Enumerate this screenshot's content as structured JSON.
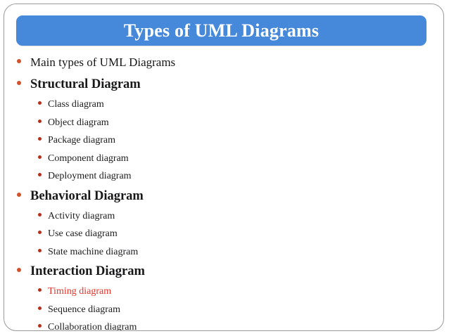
{
  "slide": {
    "title": "Types of UML Diagrams",
    "title_bar_color": "#4689DA",
    "title_text_color": "#ffffff",
    "border_color": "#9a9a9a",
    "background_color": "#ffffff",
    "bullet_level1_color": "#D2502A",
    "bullet_level2_color": "#B5301C",
    "accent_text_color": "#E53228",
    "body_text_color": "#17181A"
  },
  "outline": [
    {
      "level": 1,
      "bold": false,
      "accent": false,
      "text": "Main types of UML Diagrams"
    },
    {
      "level": 1,
      "bold": true,
      "accent": false,
      "text": "Structural Diagram"
    },
    {
      "level": 2,
      "bold": false,
      "accent": false,
      "text": "Class diagram"
    },
    {
      "level": 2,
      "bold": false,
      "accent": false,
      "text": "Object diagram"
    },
    {
      "level": 2,
      "bold": false,
      "accent": false,
      "text": "Package diagram"
    },
    {
      "level": 2,
      "bold": false,
      "accent": false,
      "text": "Component diagram"
    },
    {
      "level": 2,
      "bold": false,
      "accent": false,
      "text": "Deployment diagram"
    },
    {
      "level": 1,
      "bold": true,
      "accent": false,
      "text": "Behavioral Diagram"
    },
    {
      "level": 2,
      "bold": false,
      "accent": false,
      "text": "Activity diagram"
    },
    {
      "level": 2,
      "bold": false,
      "accent": false,
      "text": "Use case diagram"
    },
    {
      "level": 2,
      "bold": false,
      "accent": false,
      "text": "State machine diagram"
    },
    {
      "level": 1,
      "bold": true,
      "accent": false,
      "text": "Interaction Diagram"
    },
    {
      "level": 2,
      "bold": false,
      "accent": true,
      "text": "Timing diagram"
    },
    {
      "level": 2,
      "bold": false,
      "accent": false,
      "text": "Sequence diagram"
    },
    {
      "level": 2,
      "bold": false,
      "accent": false,
      "text": "Collaboration diagram"
    }
  ]
}
